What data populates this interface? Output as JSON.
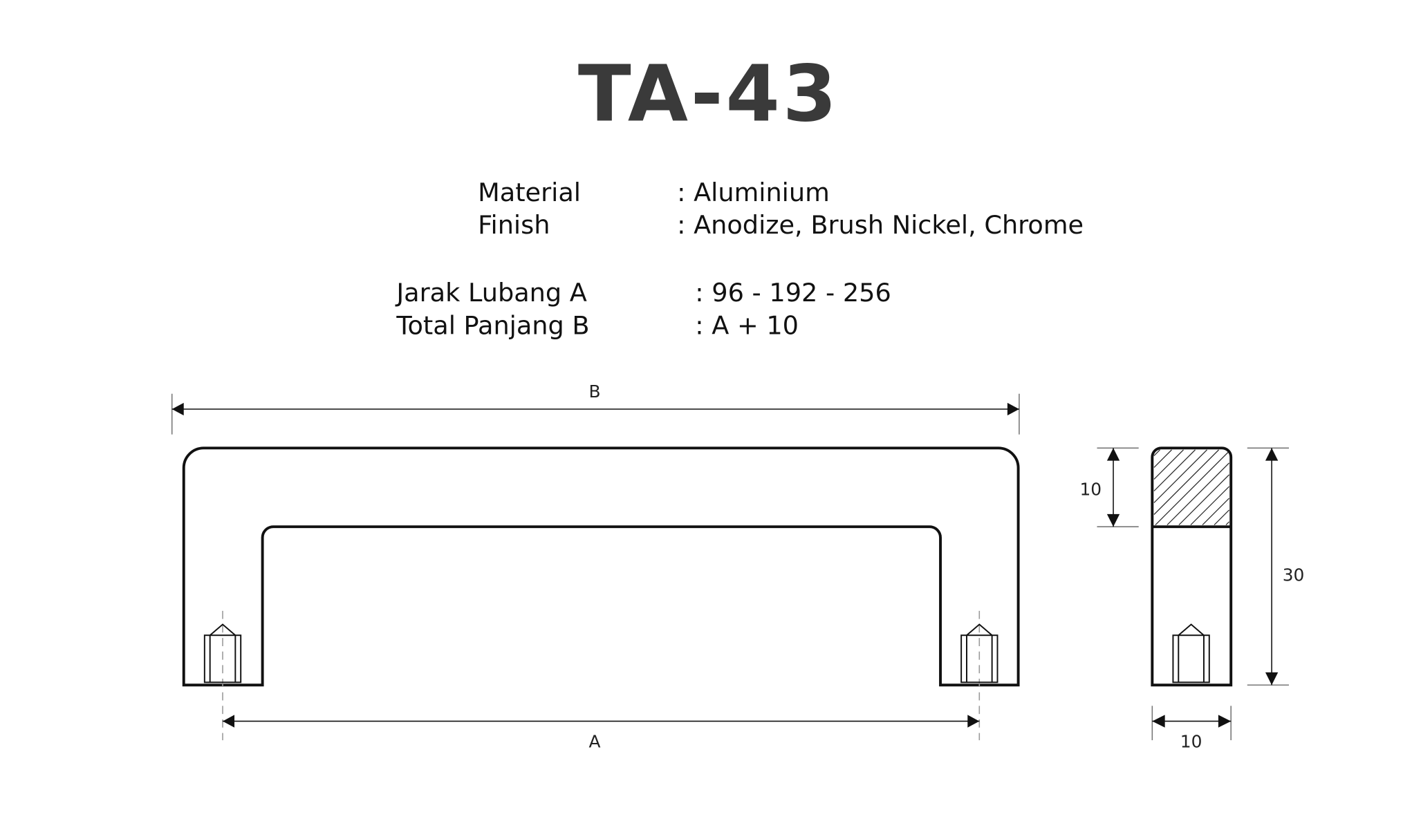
{
  "title": "TA-43",
  "specs": [
    {
      "label": "Material",
      "value": ": Aluminium"
    },
    {
      "label": "Finish",
      "value": ": Anodize, Brush Nickel, Chrome"
    },
    {
      "label": "Jarak Lubang A",
      "value": ": 96 - 192 - 256"
    },
    {
      "label": "Total Panjang B",
      "value": ": A + 10"
    }
  ],
  "drawing": {
    "front_view": {
      "dim_top_label": "B",
      "dim_bottom_label": "A"
    },
    "side_view": {
      "dim_head_height": "10",
      "dim_total_height": "30",
      "dim_width": "10"
    }
  }
}
